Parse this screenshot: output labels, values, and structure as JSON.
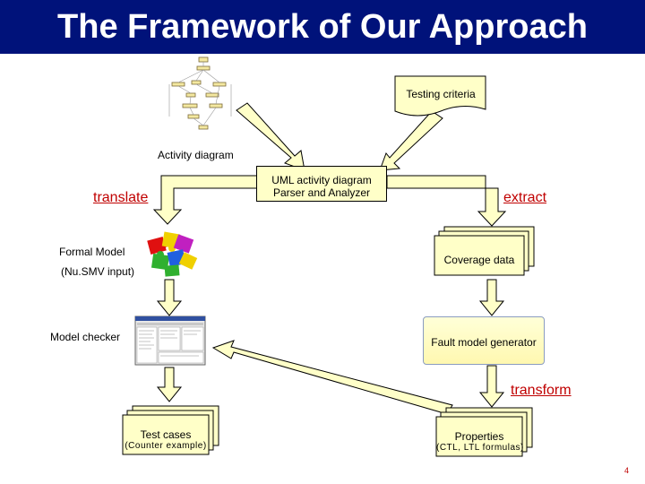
{
  "title": "The Framework of Our Approach",
  "labels": {
    "activity_diagram": "Activity diagram",
    "testing_criteria": "Testing criteria",
    "analyzer_line1": "UML activity diagram",
    "analyzer_line2": "Parser and Analyzer",
    "translate": "translate",
    "extract": "extract",
    "formal_model": "Formal Model",
    "nusmv_input": "(Nu.SMV input)",
    "coverage_data": "Coverage data",
    "model_checker": "Model checker",
    "fault_model_generator": "Fault model generator",
    "transform": "transform",
    "test_cases": "Test cases",
    "counter_example": "(Counter example)",
    "properties": "Properties",
    "ctl_ltl": "(CTL, LTL formulas)"
  },
  "page_number": "4",
  "colors": {
    "title_bar": "#00127a",
    "card_fill": "#ffffc8",
    "arrow_fill": "#ffffc8",
    "accent_text": "#c00000"
  },
  "icons": {
    "activity_diagram": "activity-diagram-thumbnail",
    "formal_model": "puzzle-pieces-icon",
    "model_checker": "model-checker-screenshot"
  }
}
